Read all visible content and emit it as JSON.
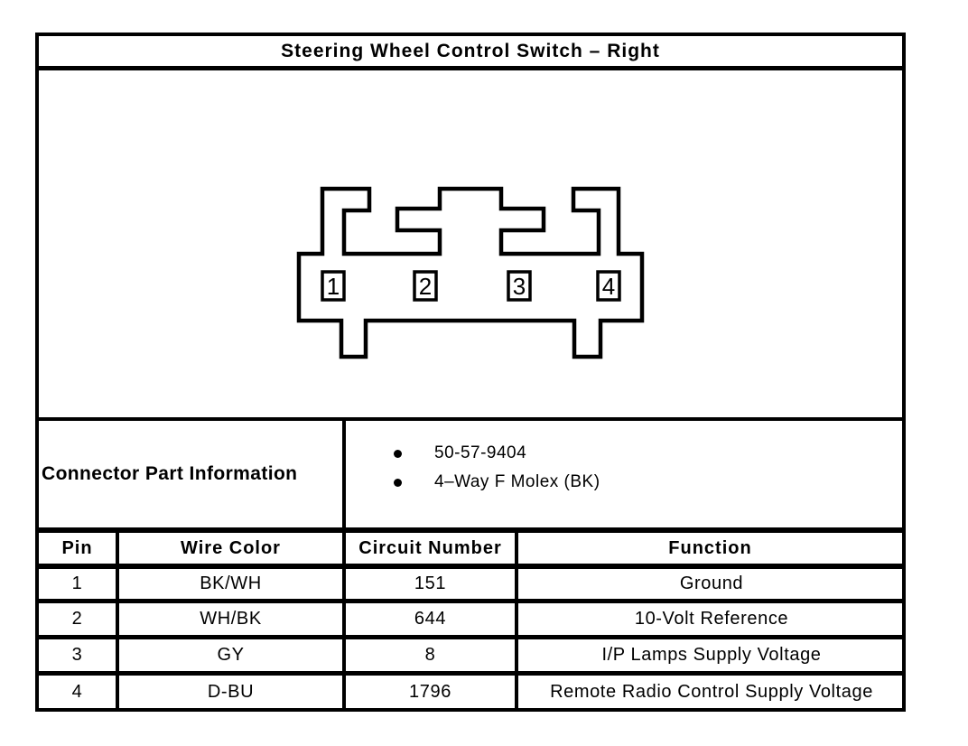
{
  "title": "Steering Wheel Control Switch – Right",
  "diagram": {
    "pins": [
      "1",
      "2",
      "3",
      "4"
    ]
  },
  "connector_info": {
    "label": "Connector Part Information",
    "items": [
      "50-57-9404",
      "4–Way F Molex (BK)"
    ]
  },
  "pin_table": {
    "headers": [
      "Pin",
      "Wire Color",
      "Circuit Number",
      "Function"
    ],
    "rows": [
      {
        "pin": "1",
        "wire_color": "BK/WH",
        "circuit": "151",
        "function": "Ground"
      },
      {
        "pin": "2",
        "wire_color": "WH/BK",
        "circuit": "644",
        "function": "10-Volt Reference"
      },
      {
        "pin": "3",
        "wire_color": "GY",
        "circuit": "8",
        "function": "I/P Lamps Supply Voltage"
      },
      {
        "pin": "4",
        "wire_color": "D-BU",
        "circuit": "1796",
        "function": "Remote Radio Control Supply Voltage"
      }
    ]
  },
  "colors": {
    "ink": "#000000",
    "paper": "#ffffff"
  }
}
